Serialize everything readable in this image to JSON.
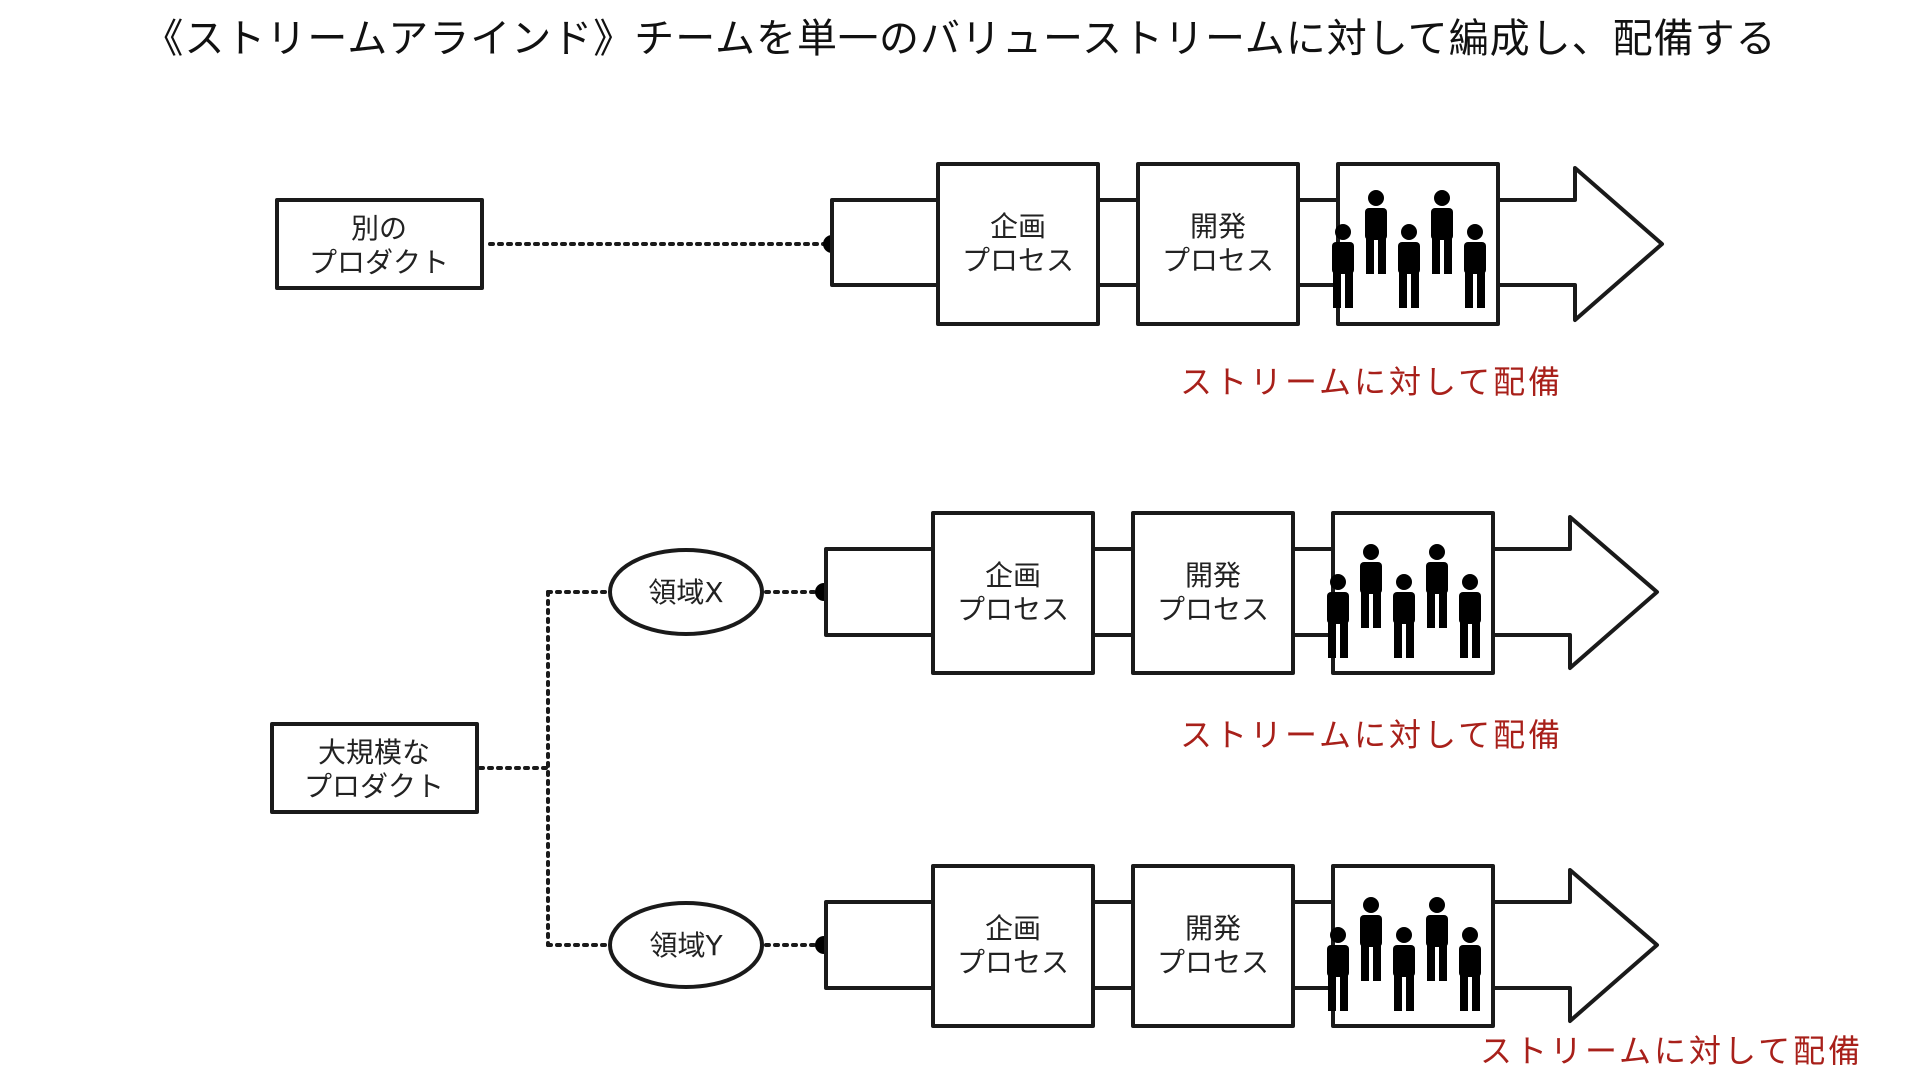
{
  "title": "《ストリームアラインド》チームを単一のバリューストリームに対して編成し、配備する",
  "top": {
    "product": [
      "別の",
      "プロダクト"
    ],
    "process1": [
      "企画",
      "プロセス"
    ],
    "process2": [
      "開発",
      "プロセス"
    ],
    "caption": "ストリームに対して配備"
  },
  "bottom": {
    "product": [
      "大規模な",
      "プロダクト"
    ],
    "domain_x": "領域X",
    "domain_y": "領域Y",
    "stream_x": {
      "process1": [
        "企画",
        "プロセス"
      ],
      "process2": [
        "開発",
        "プロセス"
      ],
      "caption": "ストリームに対して配備"
    },
    "stream_y": {
      "process1": [
        "企画",
        "プロセス"
      ],
      "process2": [
        "開発",
        "プロセス"
      ],
      "caption": "ストリームに対して配備"
    }
  },
  "colors": {
    "accent": "#a8201a",
    "ink": "#1a1a1a"
  },
  "icons": [
    "person-icon"
  ]
}
